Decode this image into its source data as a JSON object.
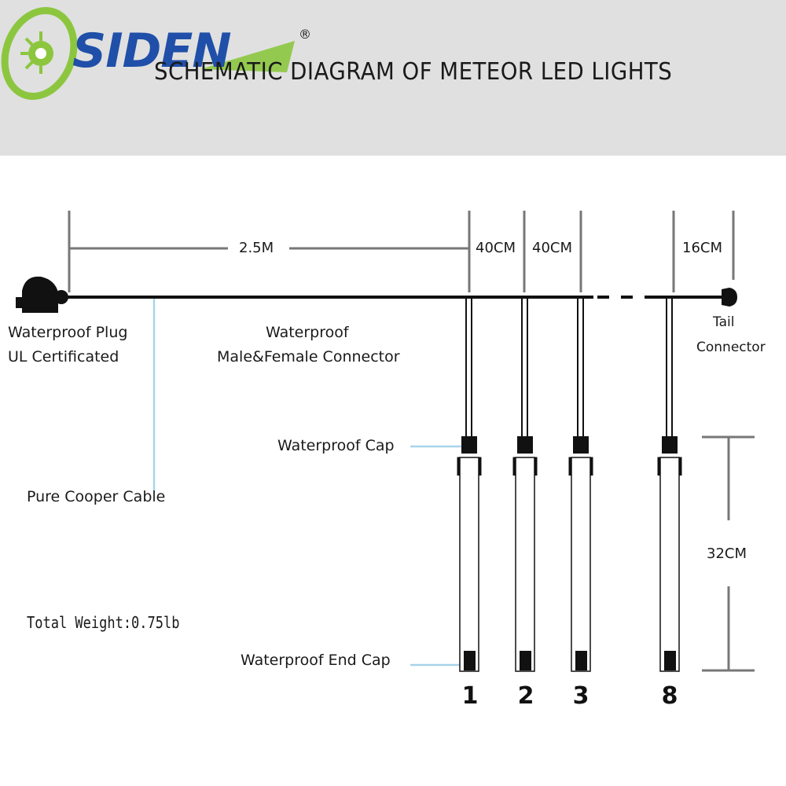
{
  "header": {
    "brand": "SIDEN",
    "registered": "®",
    "title": "SCHEMATIC DIAGRAM OF METEOR LED LIGHTS"
  },
  "dimensions": {
    "cable_length": "2.5M",
    "spacing_1": "40CM",
    "spacing_2": "40CM",
    "tail_spacing": "16CM",
    "tube_length": "32CM"
  },
  "labels": {
    "plug_line1": "Waterproof Plug",
    "plug_line2": "UL Certificated",
    "connector_line1": "Waterproof",
    "connector_line2": "Male&Female Connector",
    "tail_line1": "Tail",
    "tail_line2": "Connector",
    "cap": "Waterproof Cap",
    "cable": "Pure Cooper Cable",
    "end_cap": "Waterproof End Cap",
    "weight": "Total  Weight:0.75lb"
  },
  "tubes": [
    "1",
    "2",
    "3",
    "8"
  ],
  "colors": {
    "brand_blue": "#1f4fa8",
    "brand_green": "#8cc63f",
    "header_bg": "#e0e0e0",
    "dimension_line": "#777777",
    "leader_line": "#a8d4ea"
  }
}
